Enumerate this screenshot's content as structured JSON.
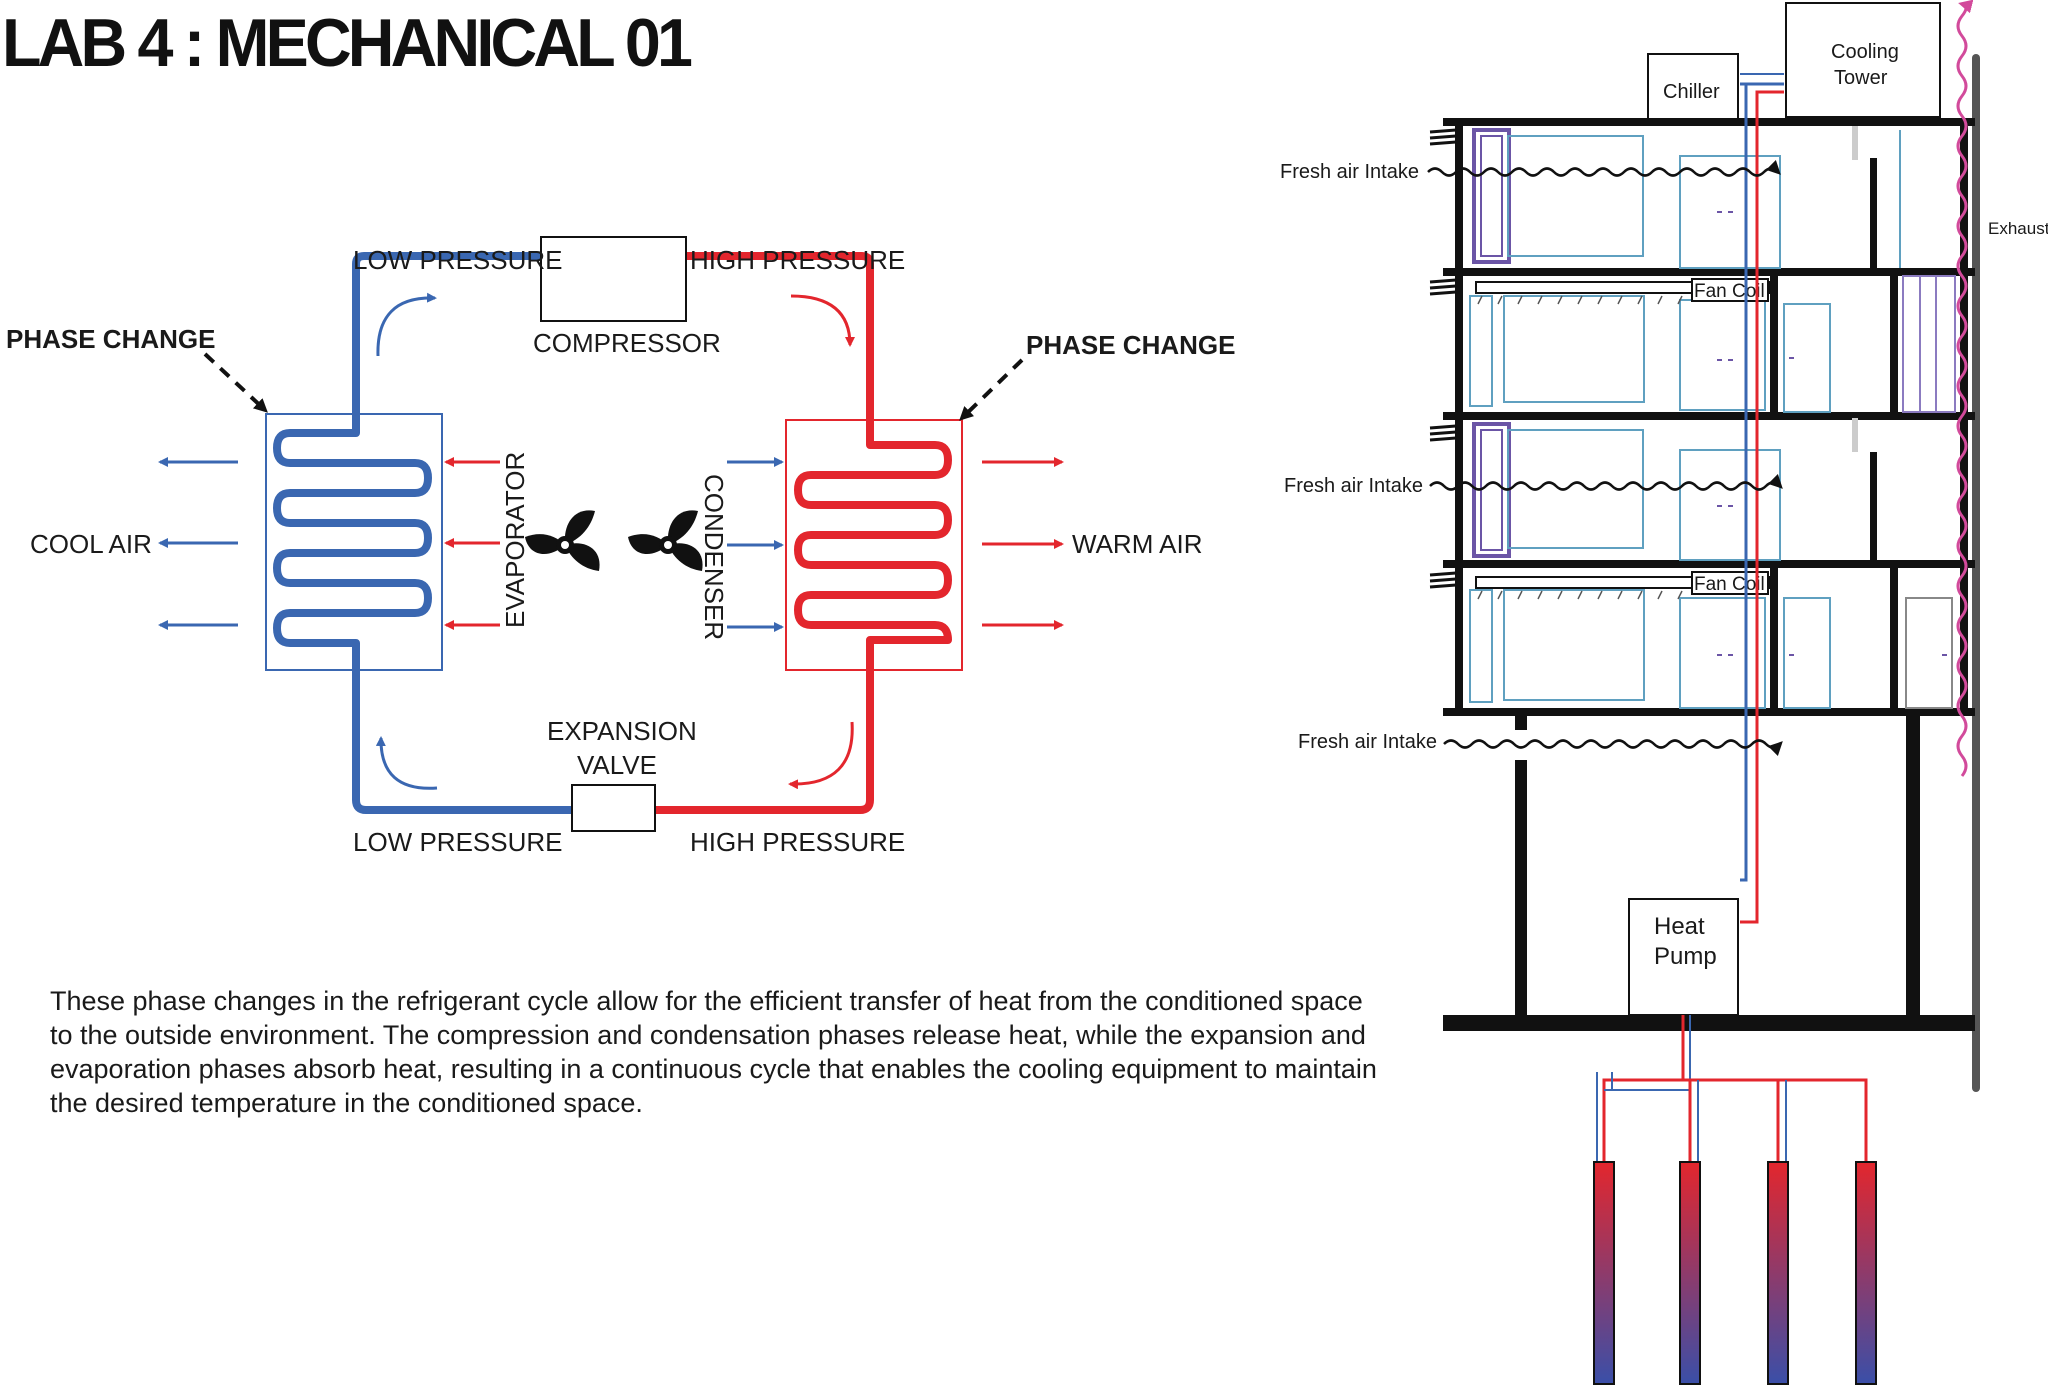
{
  "title": "LAB 4 : MECHANICAL 01",
  "cycle": {
    "low_pressure_top": "LOW PRESSURE",
    "high_pressure_top": "HIGH PRESSURE",
    "compressor": "COMPRESSOR",
    "phase_change_left": "PHASE CHANGE",
    "phase_change_right": "PHASE CHANGE",
    "evaporator": "EVAPORATOR",
    "condenser": "CONDENSER",
    "cool_air": "COOL AIR",
    "warm_air": "WARM AIR",
    "expansion_valve_line1": "EXPANSION",
    "expansion_valve_line2": "VALVE",
    "low_pressure_bottom": "LOW PRESSURE",
    "high_pressure_bottom": "HIGH PRESSURE"
  },
  "paragraph": [
    "These phase changes in the refrigerant cycle allow for the efficient transfer of heat from the conditioned space",
    " to the outside environment. The compression and condensation phases release heat, while the expansion and",
    "evaporation phases absorb heat, resulting in a continuous cycle that enables the cooling equipment to maintain",
    " the desired temperature in the conditioned space."
  ],
  "building": {
    "chiller": "Chiller",
    "cooling_tower_line1": "Cooling",
    "cooling_tower_line2": "Tower",
    "fresh_air_1": "Fresh air Intake",
    "fresh_air_2": "Fresh air Intake",
    "fresh_air_3": "Fresh air Intake",
    "exhaust": "Exhaust",
    "fan_coil_1": "Fan Coil",
    "fan_coil_2": "Fan Coil",
    "heat_pump_line1": "Heat",
    "heat_pump_line2": "Pump"
  },
  "colors": {
    "cold": "#3a67b1",
    "hot": "#e3262d",
    "exhaust": "#d24a9b",
    "duct": "#6b55a6",
    "window": "#5fa0c0"
  }
}
